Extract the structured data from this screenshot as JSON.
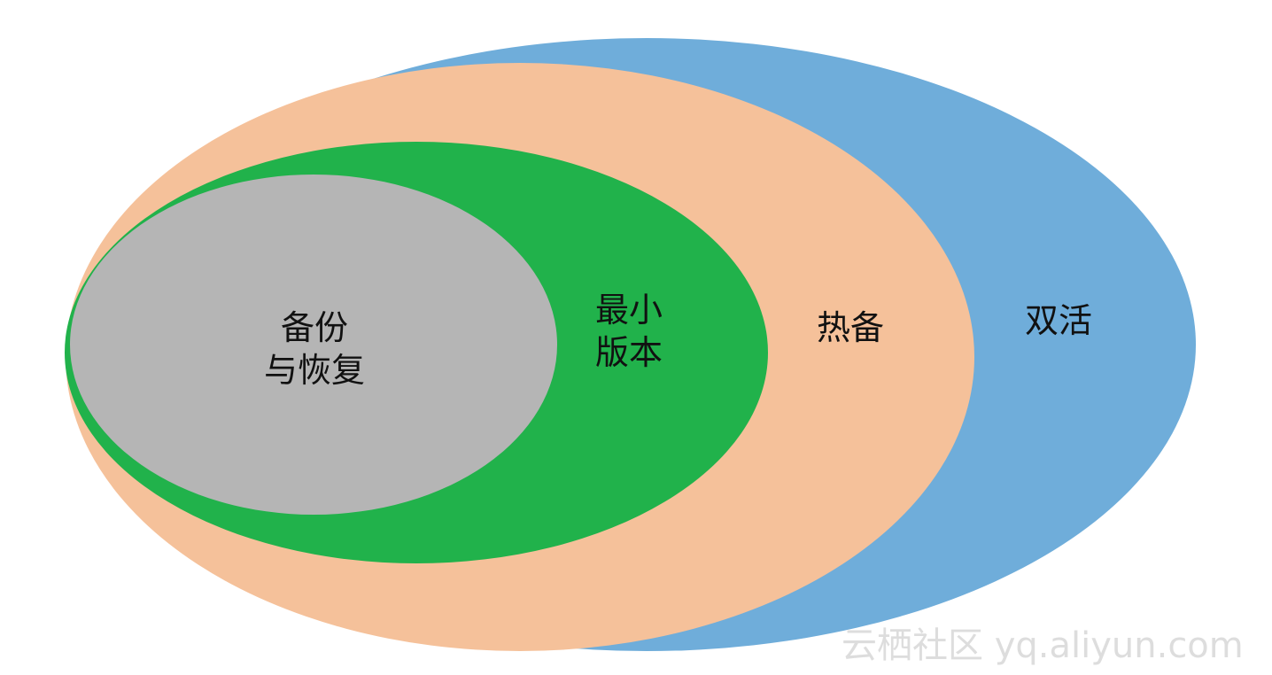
{
  "diagram": {
    "type": "nested-ellipses",
    "layers": [
      {
        "id": "active",
        "label": "双活",
        "color": "#6fadda"
      },
      {
        "id": "hot",
        "label": "热备",
        "color": "#f5c19a"
      },
      {
        "id": "minimal",
        "label_line1": "最小",
        "label_line2": "版本",
        "color": "#21b24b"
      },
      {
        "id": "backup",
        "label_line1": "备份",
        "label_line2": "与恢复",
        "color": "#b5b5b5"
      }
    ]
  },
  "watermark": {
    "text": "云栖社区 yq.aliyun.com"
  }
}
